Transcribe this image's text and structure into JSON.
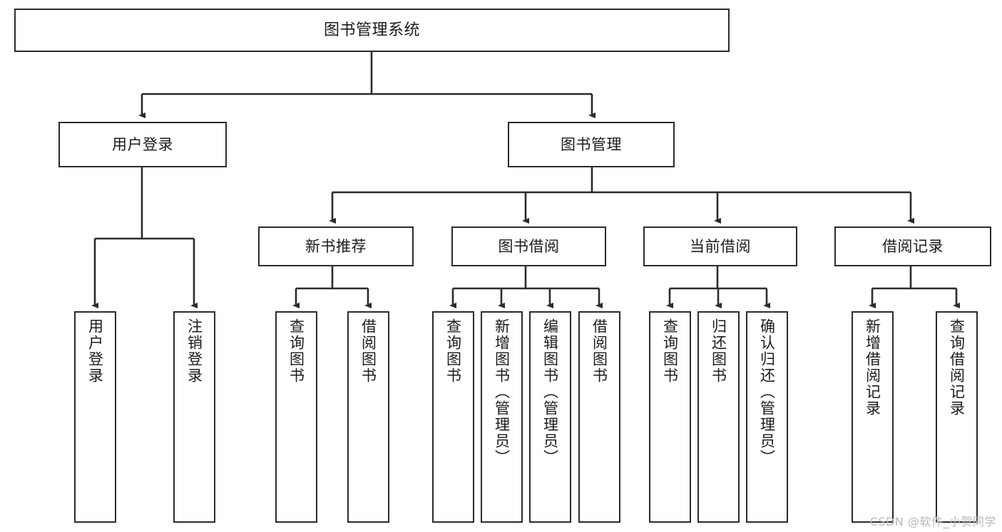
{
  "diagram": {
    "type": "tree-hierarchy",
    "title": "图书管理系统",
    "levels": 4,
    "root": {
      "id": "root",
      "label": "图书管理系统"
    },
    "level2": [
      {
        "id": "user-login",
        "label": "用户登录"
      },
      {
        "id": "book-manage",
        "label": "图书管理"
      }
    ],
    "level3": [
      {
        "id": "new-book-recommend",
        "label": "新书推荐",
        "parent": "book-manage"
      },
      {
        "id": "book-borrow",
        "label": "图书借阅",
        "parent": "book-manage"
      },
      {
        "id": "current-borrow",
        "label": "当前借阅",
        "parent": "book-manage"
      },
      {
        "id": "borrow-record",
        "label": "借阅记录",
        "parent": "book-manage"
      }
    ],
    "leaves": {
      "user-login": [
        {
          "id": "leaf-user-login",
          "label": "用户登录"
        },
        {
          "id": "leaf-logout",
          "label": "注销登录"
        }
      ],
      "new-book-recommend": [
        {
          "id": "leaf-query-book-1",
          "label": "查询图书"
        },
        {
          "id": "leaf-borrow-book-1",
          "label": "借阅图书"
        }
      ],
      "book-borrow": [
        {
          "id": "leaf-query-book-2",
          "label": "查询图书"
        },
        {
          "id": "leaf-add-book",
          "label": "新增图书（管理员）"
        },
        {
          "id": "leaf-edit-book",
          "label": "编辑图书（管理员）"
        },
        {
          "id": "leaf-borrow-book-2",
          "label": "借阅图书"
        }
      ],
      "current-borrow": [
        {
          "id": "leaf-query-book-3",
          "label": "查询图书"
        },
        {
          "id": "leaf-return-book",
          "label": "归还图书"
        },
        {
          "id": "leaf-confirm-return",
          "label": "确认归还（管理员）"
        }
      ],
      "borrow-record": [
        {
          "id": "leaf-add-record",
          "label": "新增借阅记录"
        },
        {
          "id": "leaf-query-record",
          "label": "查询借阅记录"
        }
      ]
    }
  },
  "watermark": {
    "text": "CSDN @软件_小贺同学"
  },
  "colors": {
    "stroke": "#2b2b2b",
    "background": "#ffffff",
    "text": "#1b1b1b",
    "watermark": "#b9b9b9"
  }
}
